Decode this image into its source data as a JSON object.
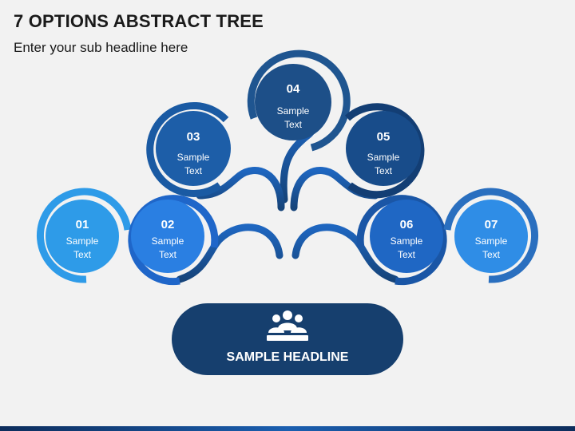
{
  "header": {
    "title": "7 OPTIONS ABSTRACT TREE",
    "subtitle": "Enter your sub headline here"
  },
  "nodes": [
    {
      "id": "01",
      "line1": "Sample",
      "line2": "Text",
      "color": "#2e9be8",
      "ring": "#2e9be8"
    },
    {
      "id": "02",
      "line1": "Sample",
      "line2": "Text",
      "color": "#2a7fe2",
      "ring": "#1f66c9"
    },
    {
      "id": "03",
      "line1": "Sample",
      "line2": "Text",
      "color": "#1d5ea8",
      "ring": "#1a5aa3"
    },
    {
      "id": "04",
      "line1": "Sample",
      "line2": "Text",
      "color": "#1d4f88",
      "ring": "#1f5590"
    },
    {
      "id": "05",
      "line1": "Sample",
      "line2": "Text",
      "color": "#184c8a",
      "ring": "#133e74"
    },
    {
      "id": "06",
      "line1": "Sample",
      "line2": "Text",
      "color": "#1f67c4",
      "ring": "#1a56a6"
    },
    {
      "id": "07",
      "line1": "Sample",
      "line2": "Text",
      "color": "#2f8de6",
      "ring": "#2a6fbf"
    }
  ],
  "base": {
    "headline": "SAMPLE HEADLINE",
    "icon": "people-group-icon",
    "color": "#163f6e"
  }
}
